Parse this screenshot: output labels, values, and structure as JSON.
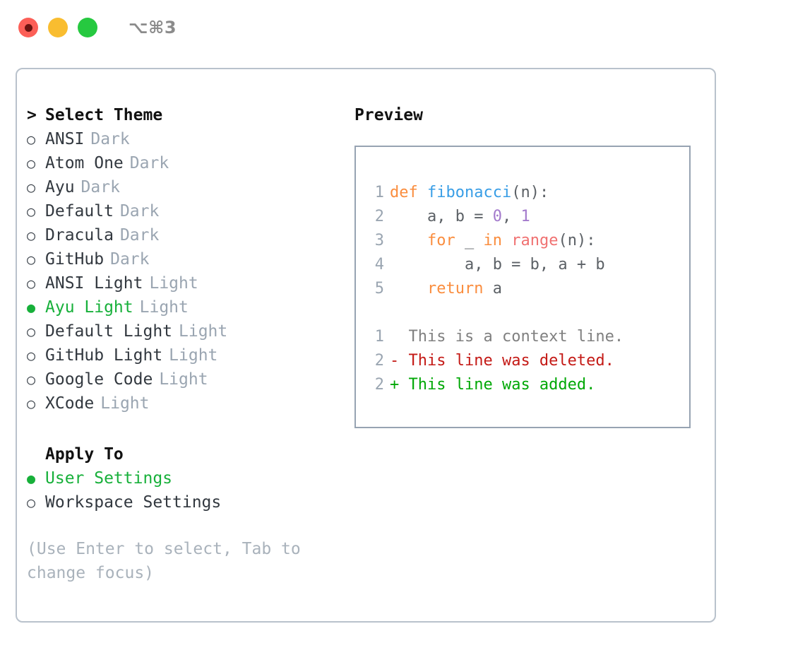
{
  "window": {
    "shortcut_label": "⌥⌘3",
    "traffic_lights": [
      {
        "name": "close-button",
        "color": "#fc5f57"
      },
      {
        "name": "minimize-button",
        "color": "#f9bd30"
      },
      {
        "name": "maximize-button",
        "color": "#26c940"
      }
    ]
  },
  "theme_picker": {
    "heading": "Select Theme",
    "heading_marker": ">",
    "marker_selected": "●",
    "marker_unselected": "○",
    "items": [
      {
        "name": "ANSI",
        "kind": "Dark",
        "selected": false
      },
      {
        "name": "Atom One",
        "kind": "Dark",
        "selected": false
      },
      {
        "name": "Ayu",
        "kind": "Dark",
        "selected": false
      },
      {
        "name": "Default",
        "kind": "Dark",
        "selected": false
      },
      {
        "name": "Dracula",
        "kind": "Dark",
        "selected": false
      },
      {
        "name": "GitHub",
        "kind": "Dark",
        "selected": false
      },
      {
        "name": "ANSI Light",
        "kind": "Light",
        "selected": false
      },
      {
        "name": "Ayu Light",
        "kind": "Light",
        "selected": true
      },
      {
        "name": "Default Light",
        "kind": "Light",
        "selected": false
      },
      {
        "name": "GitHub Light",
        "kind": "Light",
        "selected": false
      },
      {
        "name": "Google Code",
        "kind": "Light",
        "selected": false
      },
      {
        "name": "XCode",
        "kind": "Light",
        "selected": false
      }
    ]
  },
  "apply_to": {
    "heading": "Apply To",
    "items": [
      {
        "name": "User Settings",
        "selected": true
      },
      {
        "name": "Workspace Settings",
        "selected": false
      }
    ]
  },
  "hint": "(Use Enter to select, Tab to change focus)",
  "preview": {
    "heading": "Preview",
    "code_lines": [
      {
        "gutter": "1",
        "tokens": [
          {
            "text": "def ",
            "type": "kw"
          },
          {
            "text": "fibonacci",
            "type": "fn"
          },
          {
            "text": "(n):",
            "type": "punct"
          }
        ]
      },
      {
        "gutter": "2",
        "tokens": [
          {
            "text": "    a, b = ",
            "type": "plain"
          },
          {
            "text": "0",
            "type": "num"
          },
          {
            "text": ", ",
            "type": "plain"
          },
          {
            "text": "1",
            "type": "num"
          }
        ]
      },
      {
        "gutter": "3",
        "tokens": [
          {
            "text": "    ",
            "type": "plain"
          },
          {
            "text": "for",
            "type": "kw"
          },
          {
            "text": " _ ",
            "type": "plain"
          },
          {
            "text": "in",
            "type": "kw"
          },
          {
            "text": " ",
            "type": "plain"
          },
          {
            "text": "range",
            "type": "builtin"
          },
          {
            "text": "(n):",
            "type": "punct"
          }
        ]
      },
      {
        "gutter": "4",
        "tokens": [
          {
            "text": "        a, b = b, a + b",
            "type": "plain"
          }
        ]
      },
      {
        "gutter": "5",
        "tokens": [
          {
            "text": "    ",
            "type": "plain"
          },
          {
            "text": "return",
            "type": "kw"
          },
          {
            "text": " a",
            "type": "plain"
          }
        ]
      }
    ],
    "diff_lines": [
      {
        "gutter": "1",
        "sign": " ",
        "text": "This is a context line.",
        "kind": "context"
      },
      {
        "gutter": "2",
        "sign": "-",
        "text": "This line was deleted.",
        "kind": "deleted"
      },
      {
        "gutter": "2",
        "sign": "+",
        "text": "This line was added.",
        "kind": "added"
      }
    ]
  },
  "colors": {
    "accent_green": "#17b03a",
    "muted_gray": "#9aa5b1",
    "hint_gray": "#a9b2bb",
    "border": "#b9c2cc",
    "preview_border": "#97a3b2",
    "kw": "#fa8d3e",
    "fn": "#399ee6",
    "num": "#a37acc",
    "builtin": "#f07171",
    "plain": "#5c6166",
    "diff_context": "#808080",
    "diff_deleted": "#c41a16",
    "diff_added": "#00a806"
  }
}
